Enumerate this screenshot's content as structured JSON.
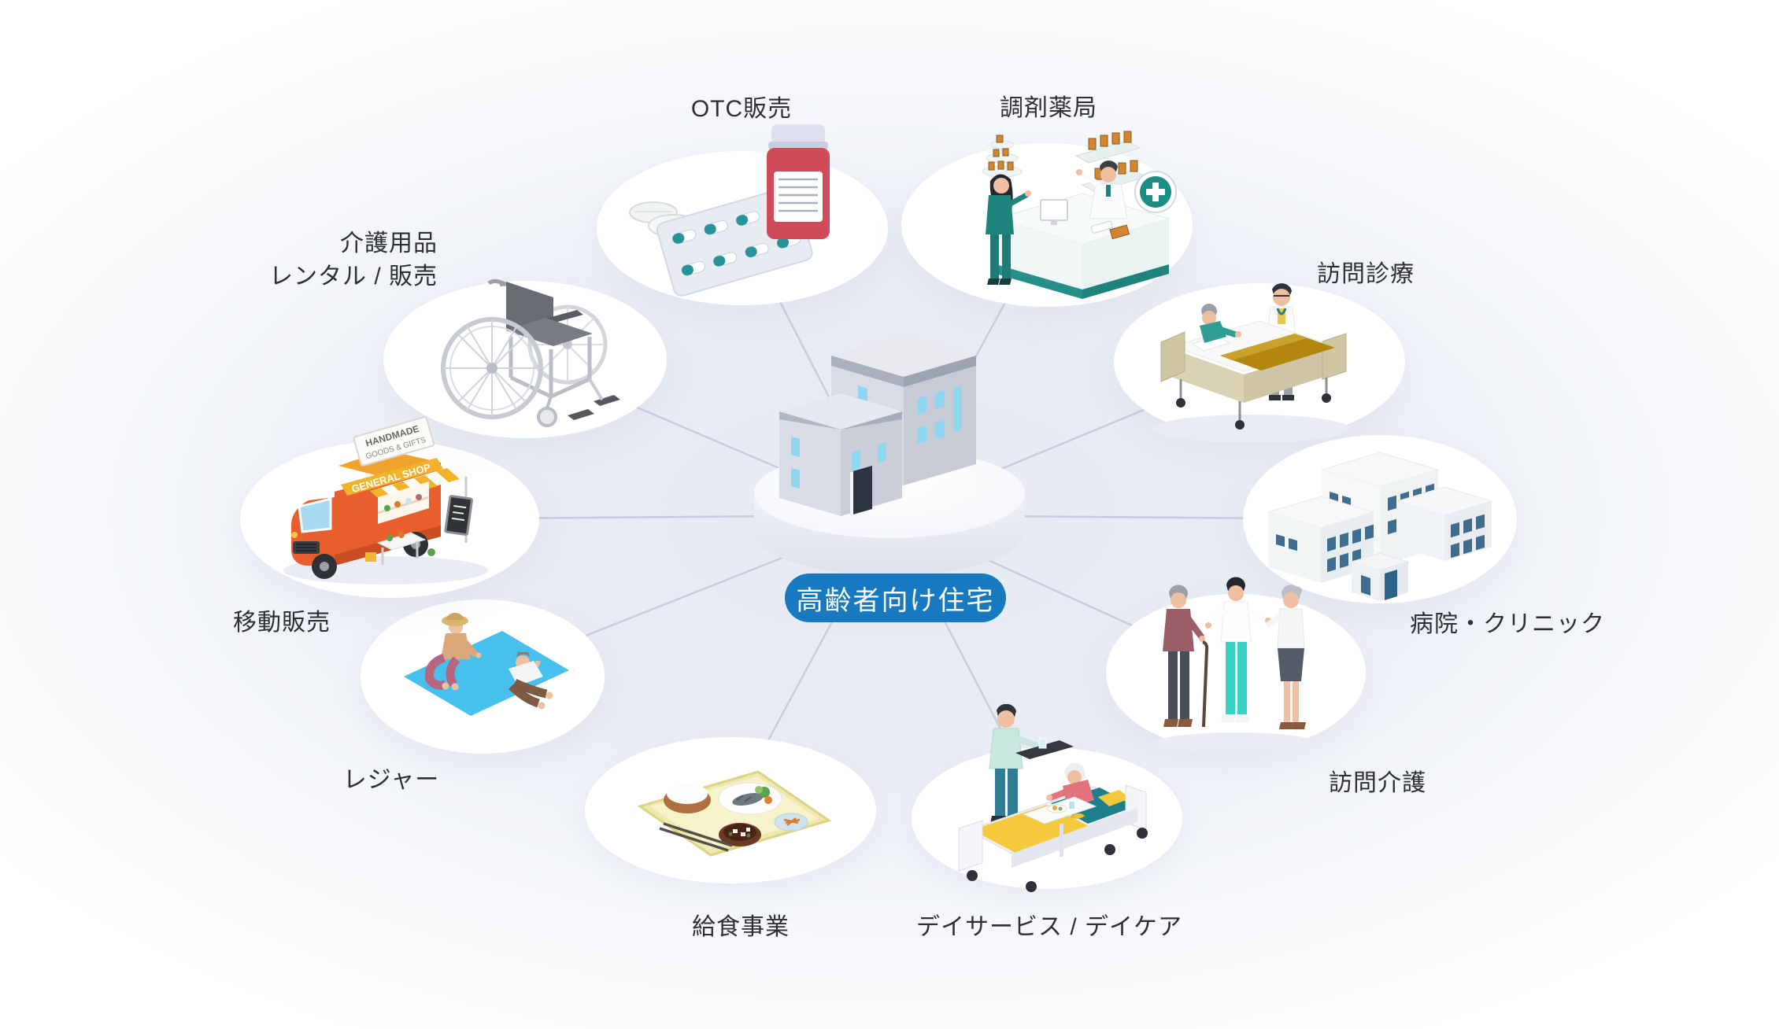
{
  "diagram": {
    "center_label": "高齢者向け住宅",
    "nodes": [
      {
        "id": "otc",
        "label": "OTC販売"
      },
      {
        "id": "pharmacy",
        "label": "調剤薬局"
      },
      {
        "id": "home-medical",
        "label": "訪問診療"
      },
      {
        "id": "hospital-clinic",
        "label": "病院・クリニック"
      },
      {
        "id": "home-care",
        "label": "訪問介護"
      },
      {
        "id": "day-service",
        "label": "デイサービス / デイケア"
      },
      {
        "id": "meal-service",
        "label": "給食事業"
      },
      {
        "id": "leisure",
        "label": "レジャー"
      },
      {
        "id": "mobile-sales",
        "label": "移動販売"
      },
      {
        "id": "care-goods",
        "label": "介護用品",
        "label_line2": "レンタル / 販売"
      }
    ],
    "truck_signs": {
      "board_line1": "HANDMADE",
      "board_line2": "GOODS & GIFTS",
      "band": "GENERAL SHOP"
    },
    "colors": {
      "accent_blue": "#1779bf",
      "connector_line": "#c5ccde",
      "label_text": "#2d2f34",
      "teal": "#1f837d",
      "bottle_red": "#d04a5c",
      "truck_orange": "#e85f2d",
      "blanket_yellow": "#f4c93c",
      "mat_blue": "#47c0ee",
      "window_cyan": "#8fd6f3",
      "hospital_window_blue": "#3f6d8f"
    }
  }
}
